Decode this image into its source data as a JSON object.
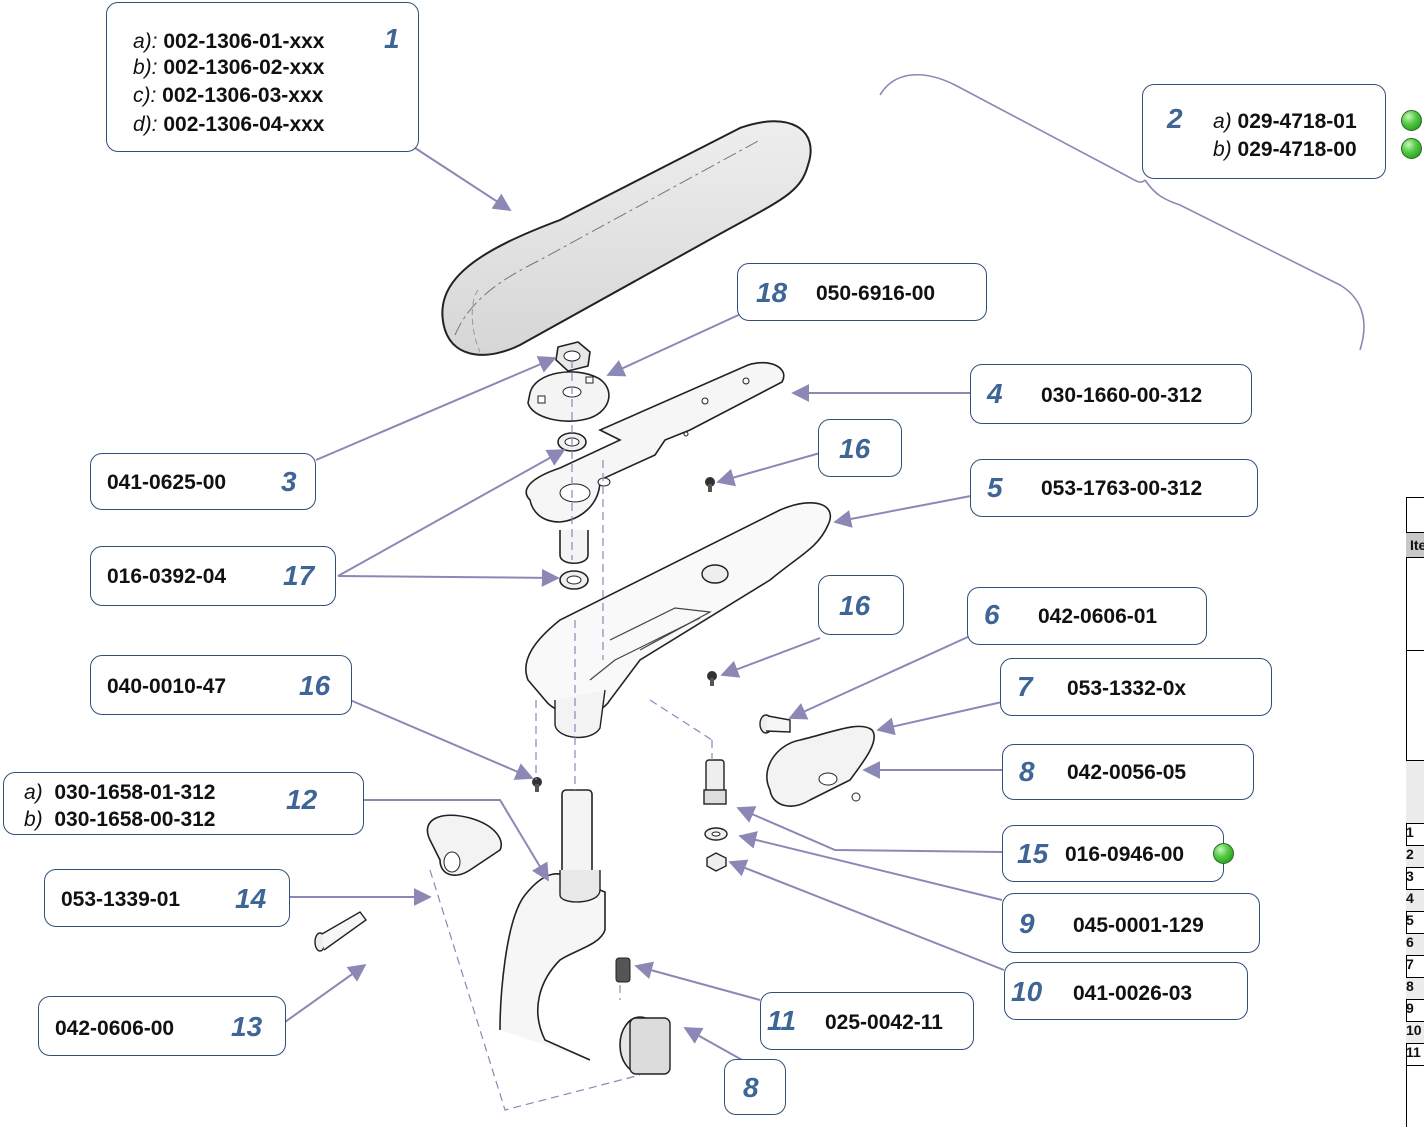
{
  "callouts": [
    {
      "id": "1",
      "number": "1",
      "variants": [
        {
          "variant": "a):",
          "part": "002-1306-01-xxx"
        },
        {
          "variant": "b):",
          "part": "002-1306-02-xxx"
        },
        {
          "variant": "c):",
          "part": "002-1306-03-xxx"
        },
        {
          "variant": "d):",
          "part": "002-1306-04-xxx"
        }
      ]
    },
    {
      "id": "2",
      "number": "2",
      "variants": [
        {
          "variant": "a)",
          "part": "029-4718-01",
          "status": "green"
        },
        {
          "variant": "b)",
          "part": "029-4718-00",
          "status": "green"
        }
      ]
    },
    {
      "id": "3",
      "number": "3",
      "part": "041-0625-00"
    },
    {
      "id": "4",
      "number": "4",
      "part": "030-1660-00-312"
    },
    {
      "id": "5",
      "number": "5",
      "part": "053-1763-00-312"
    },
    {
      "id": "6",
      "number": "6",
      "part": "042-0606-01"
    },
    {
      "id": "7",
      "number": "7",
      "part": "053-1332-0x"
    },
    {
      "id": "8a",
      "number": "8",
      "part": "042-0056-05"
    },
    {
      "id": "8b",
      "number": "8"
    },
    {
      "id": "9",
      "number": "9",
      "part": "045-0001-129"
    },
    {
      "id": "10",
      "number": "10",
      "part": "041-0026-03"
    },
    {
      "id": "11",
      "number": "11",
      "part": "025-0042-11"
    },
    {
      "id": "12",
      "number": "12",
      "variants": [
        {
          "variant": "a)",
          "part": "030-1658-01-312"
        },
        {
          "variant": "b)",
          "part": "030-1658-00-312"
        }
      ]
    },
    {
      "id": "13",
      "number": "13",
      "part": "042-0606-00"
    },
    {
      "id": "14",
      "number": "14",
      "part": "053-1339-01"
    },
    {
      "id": "15",
      "number": "15",
      "part": "016-0946-00",
      "status": "green"
    },
    {
      "id": "16a",
      "number": "16"
    },
    {
      "id": "16b",
      "number": "16"
    },
    {
      "id": "16c",
      "number": "16",
      "part": "040-0010-47"
    },
    {
      "id": "17",
      "number": "17",
      "part": "016-0392-04"
    },
    {
      "id": "18",
      "number": "18",
      "part": "050-6916-00"
    }
  ],
  "table_fragment": {
    "title": "C",
    "header": "Ite",
    "rows": [
      "",
      "",
      "",
      "1",
      "2",
      "3",
      "4",
      "5",
      "6",
      "7",
      "8",
      "9",
      "10",
      "11",
      ""
    ]
  },
  "colors": {
    "callout_border": "#2f5179",
    "number": "#3e6595",
    "leader": "#8b88b5",
    "status_ok": "#3fb52f"
  }
}
